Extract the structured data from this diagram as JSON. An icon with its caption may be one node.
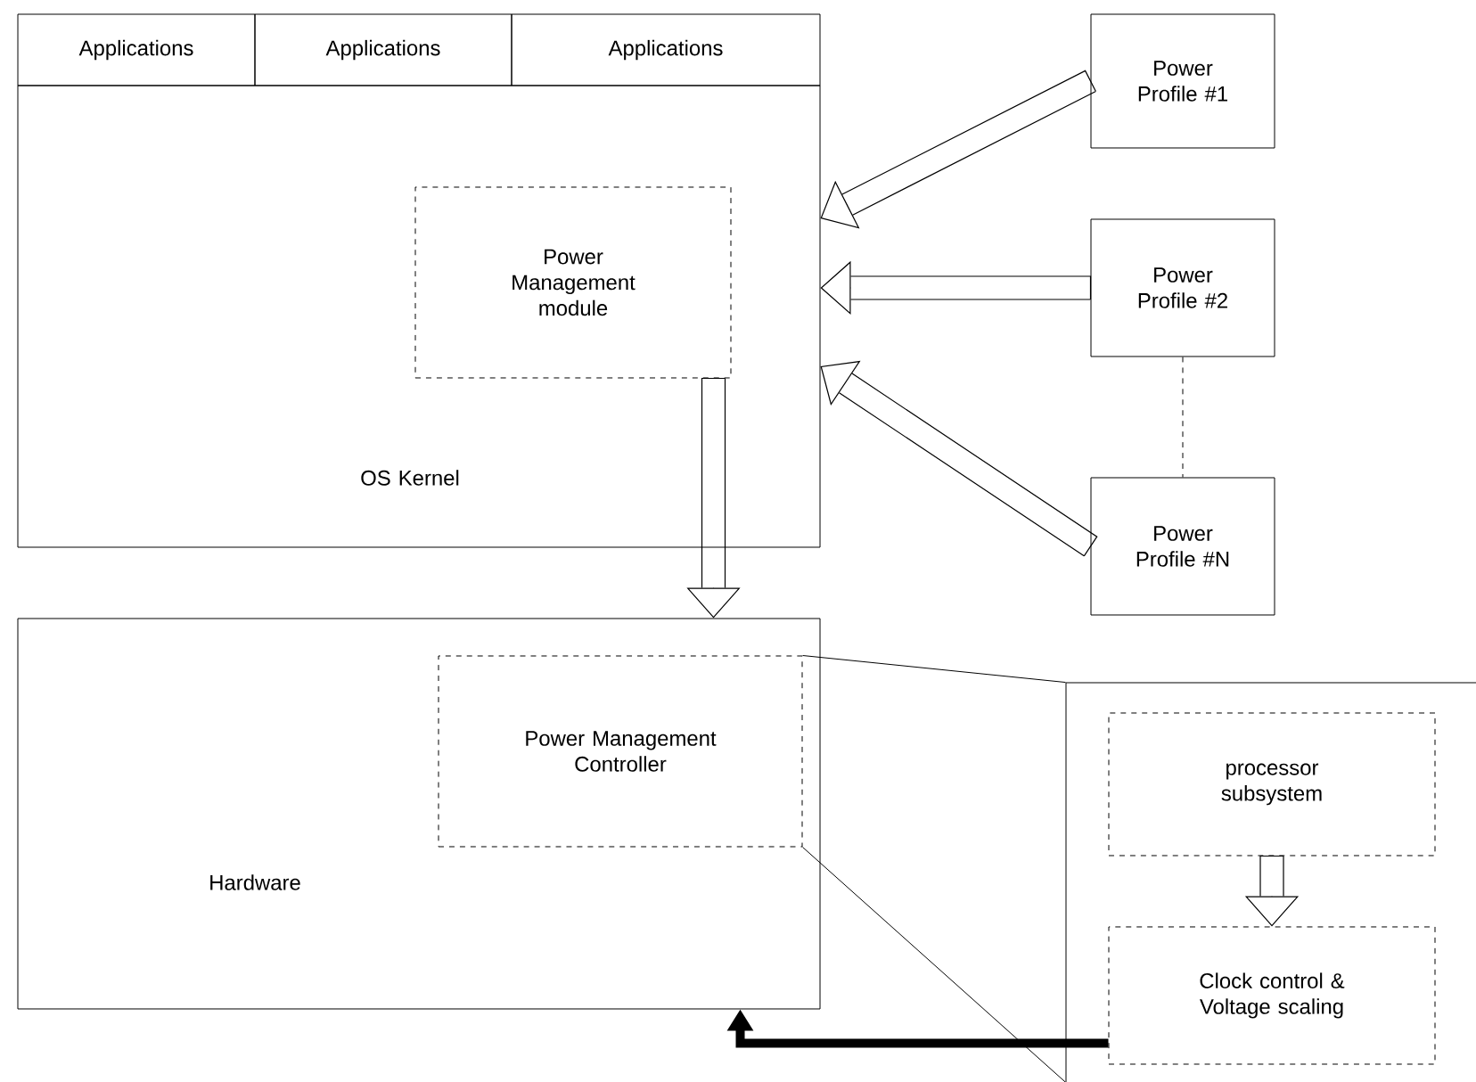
{
  "diagram": {
    "nodes": [
      {
        "text": [
          "Applications"
        ]
      },
      {
        "text": [
          "Applications"
        ]
      },
      {
        "text": [
          "Applications"
        ]
      },
      {
        "text": [
          "OS Kernel"
        ]
      },
      {
        "text": [
          "Power Management module"
        ],
        "in": 3
      },
      {
        "text": [
          "Power Profile #1"
        ]
      },
      {
        "text": [
          "Power Profile #2"
        ]
      },
      {
        "text": [
          "Power Profile #N"
        ]
      },
      {
        "text": [
          "Hardware"
        ]
      },
      {
        "text": [
          "Power Management Controller"
        ],
        "in": 8
      },
      {
        "text": [],
        "shape": "box"
      },
      {
        "text": [
          "processor subsystem"
        ],
        "in": 10
      },
      {
        "text": [
          "Clock control & Voltage scaling"
        ],
        "in": 10
      }
    ],
    "edges": [
      {
        "from": 5,
        "to": 3,
        "arrow": "to"
      },
      {
        "from": 6,
        "to": 3,
        "arrow": "to"
      },
      {
        "from": 7,
        "to": 3,
        "arrow": "to"
      },
      {
        "from": 6,
        "to": 7,
        "arrow": "none",
        "style": "dashed"
      },
      {
        "from": 4,
        "to": 8,
        "arrow": "to"
      },
      {
        "from": 9,
        "to": 10,
        "arrow": "none"
      },
      {
        "from": 9,
        "to": 10,
        "arrow": "none"
      },
      {
        "from": 11,
        "to": 12,
        "arrow": "to"
      },
      {
        "from": 12,
        "to": 8,
        "arrow": "to",
        "style": "thick"
      }
    ]
  }
}
